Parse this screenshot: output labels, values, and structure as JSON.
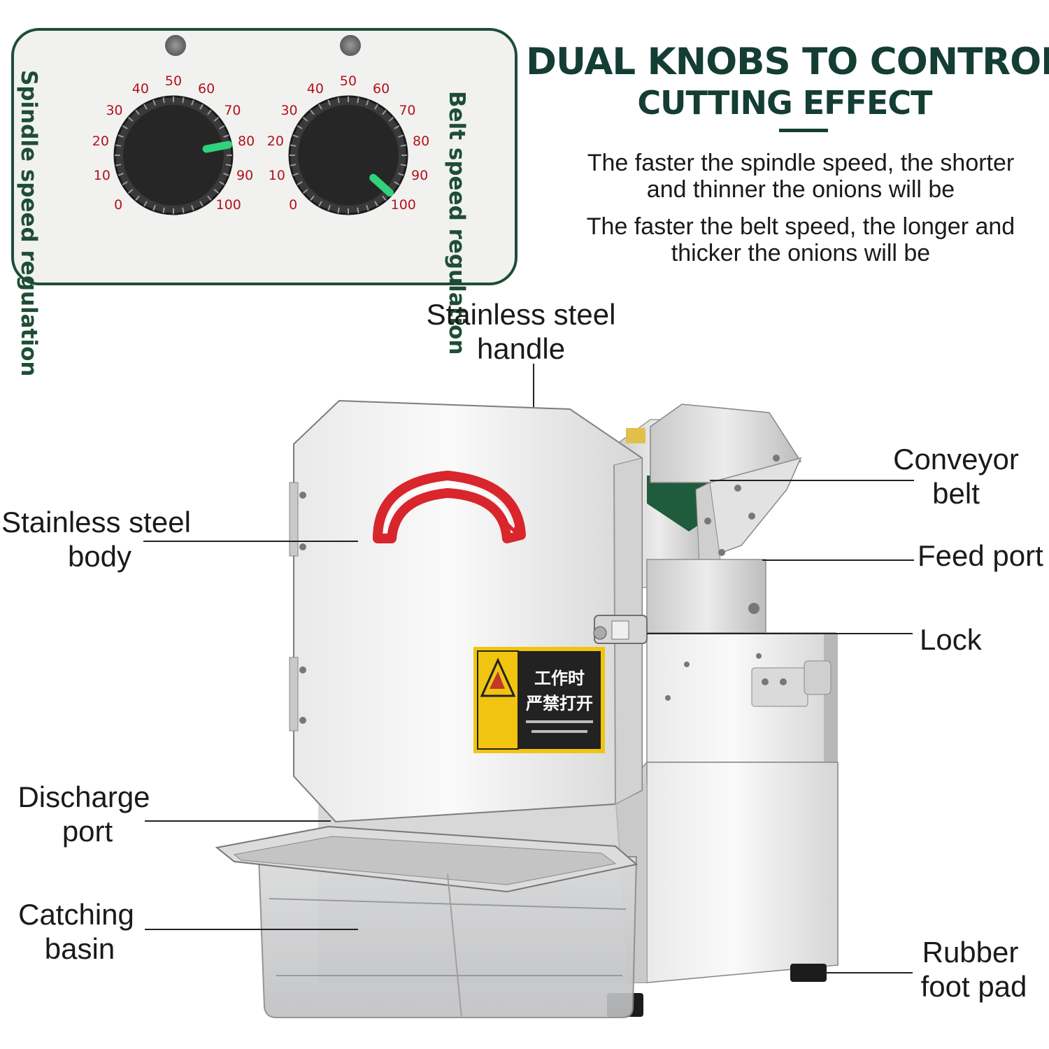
{
  "panel": {
    "left_label": "Spindle speed regulation",
    "right_label": "Belt speed regulation",
    "scale_ticks": [
      "0",
      "10",
      "20",
      "30",
      "40",
      "50",
      "60",
      "70",
      "80",
      "90",
      "100"
    ],
    "knob_left_setting": 80,
    "knob_right_setting": 100
  },
  "heading": {
    "line1": "DUAL KNOBS TO CONTROL",
    "line2": "CUTTING EFFECT"
  },
  "descriptions": {
    "spindle_line1": "The faster the spindle speed, the shorter",
    "spindle_line2": "and thinner the onions will be",
    "belt_line1": "The faster the belt speed, the longer and",
    "belt_line2": "thicker the onions will be"
  },
  "callouts": {
    "handle_line1": "Stainless steel",
    "handle_line2": "handle",
    "body_line1": "Stainless steel",
    "body_line2": "body",
    "conveyor_line1": "Conveyor",
    "conveyor_line2": "belt",
    "feed_port": "Feed port",
    "lock": "Lock",
    "discharge_line1": "Discharge",
    "discharge_line2": "port",
    "basin_line1": "Catching",
    "basin_line2": "basin",
    "foot_line1": "Rubber",
    "foot_line2": "foot pad"
  },
  "warning_label": {
    "line1": "工作时",
    "line2": "严禁打开"
  },
  "colors": {
    "panel_border": "#1e4d36",
    "tick_red": "#b0141b",
    "knob_pointer": "#2fd37c",
    "heading": "#143d33",
    "arrow_red": "#d8262c",
    "warning_yellow": "#f1c40f"
  }
}
